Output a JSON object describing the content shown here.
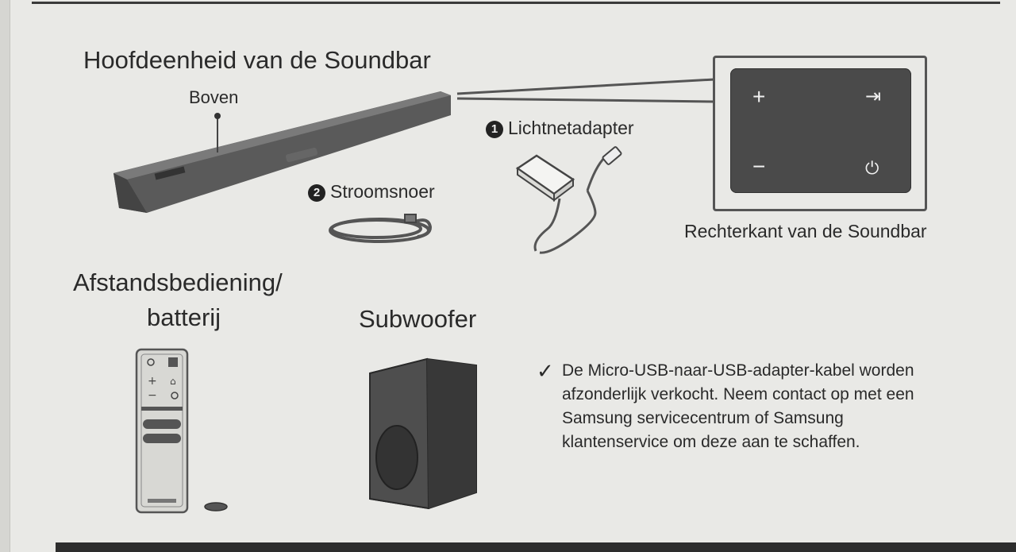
{
  "headings": {
    "main_unit": "Hoofdeenheid van de Soundbar",
    "remote_line1": "Afstandsbediening/",
    "remote_line2": "batterij",
    "subwoofer": "Subwoofer"
  },
  "labels": {
    "top": "Boven",
    "adapter_num": "1",
    "adapter": "Lichtnetadapter",
    "cord_num": "2",
    "cord": "Stroomsnoer",
    "right_side": "Rechterkant van de Soundbar"
  },
  "panel": {
    "plus": "+",
    "minus": "−",
    "source": "⇥",
    "power": "⏻"
  },
  "note": {
    "check": "✓",
    "line1": "De Micro-USB-naar-USB-adapter-kabel worden",
    "line2": "afzonderlijk verkocht. Neem contact op met een",
    "line3": "Samsung servicecentrum of Samsung",
    "line4": "klantenservice om deze aan te schaffen."
  }
}
